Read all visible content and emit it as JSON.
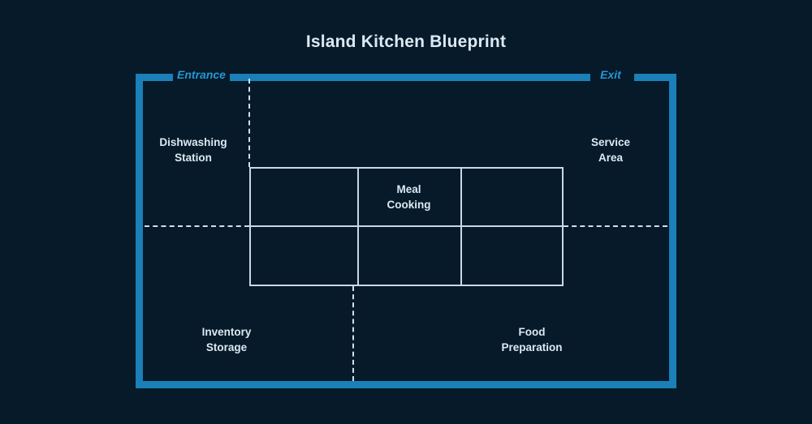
{
  "page": {
    "title": "Island Kitchen Blueprint",
    "background_color": "#061a29"
  },
  "colors": {
    "wall": "#1b7fb8",
    "label": "#dce9f2",
    "door_label": "#2596d6",
    "island_line": "#c5d9e8",
    "divider": "#cfe0ec"
  },
  "floorplan": {
    "doorways": [
      {
        "id": "entrance",
        "label": "Entrance"
      },
      {
        "id": "exit",
        "label": "Exit"
      }
    ],
    "zones": [
      {
        "id": "dishwashing-station",
        "label": "Dishwashing\nStation"
      },
      {
        "id": "service-area",
        "label": "Service\nArea"
      },
      {
        "id": "meal-cooking",
        "label": "Meal\nCooking"
      },
      {
        "id": "inventory-storage",
        "label": "Inventory\nStorage"
      },
      {
        "id": "food-preparation",
        "label": "Food\nPreparation"
      }
    ]
  }
}
